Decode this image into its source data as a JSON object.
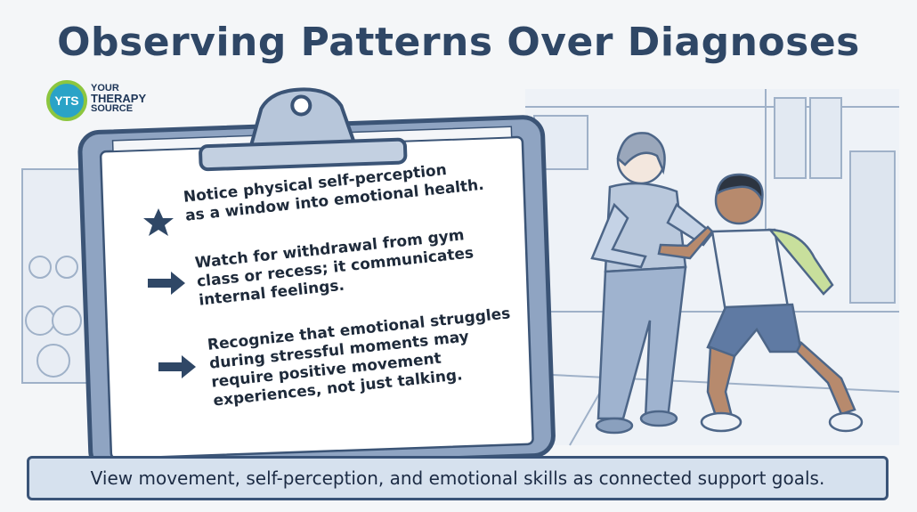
{
  "title": "Observing Patterns Over Diagnoses",
  "logo": {
    "badge": "YTS",
    "line1": "YOUR",
    "line2": "THERAPY",
    "line3": "SOURCE"
  },
  "clipboard_notes": [
    {
      "icon": "star-icon",
      "lines": [
        "Notice physical self-perception",
        "as a window into emotional health."
      ]
    },
    {
      "icon": "arrow-icon",
      "lines": [
        "Watch for withdrawal from gym",
        "class or recess; it communicates",
        "internal feelings."
      ]
    },
    {
      "icon": "arrow-icon",
      "lines": [
        "Recognize that emotional struggles",
        "during stressful moments may",
        "require positive movement",
        "experiences, not just talking."
      ]
    }
  ],
  "banner": "View movement, self-perception, and emotional skills as connected support goals.",
  "colors": {
    "title": "#2f4766",
    "banner_bg": "#d6e1ee",
    "banner_border": "#3a5478",
    "sketch": "#5d7597"
  }
}
